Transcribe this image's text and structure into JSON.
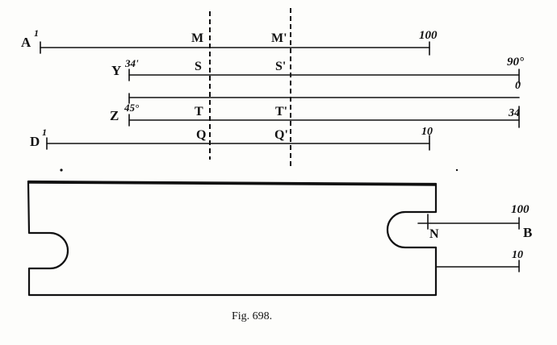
{
  "scales": {
    "A": {
      "letter": "A",
      "start": "1",
      "end": "100"
    },
    "Y": {
      "letter": "Y",
      "start": "34'",
      "end": "90°"
    },
    "Y_lower_end": "0",
    "Z": {
      "letter": "Z",
      "start": "45°",
      "end": "34"
    },
    "D": {
      "letter": "D",
      "start": "1",
      "end": "10"
    }
  },
  "cursors": {
    "first": [
      "M",
      "S",
      "T",
      "Q"
    ],
    "second": [
      "M'",
      "S'",
      "T'",
      "Q'"
    ]
  },
  "rule": {
    "index_mark": "N",
    "upper_end": "100",
    "upper_letter": "B",
    "lower_end": "10"
  },
  "caption": "Fig. 698."
}
